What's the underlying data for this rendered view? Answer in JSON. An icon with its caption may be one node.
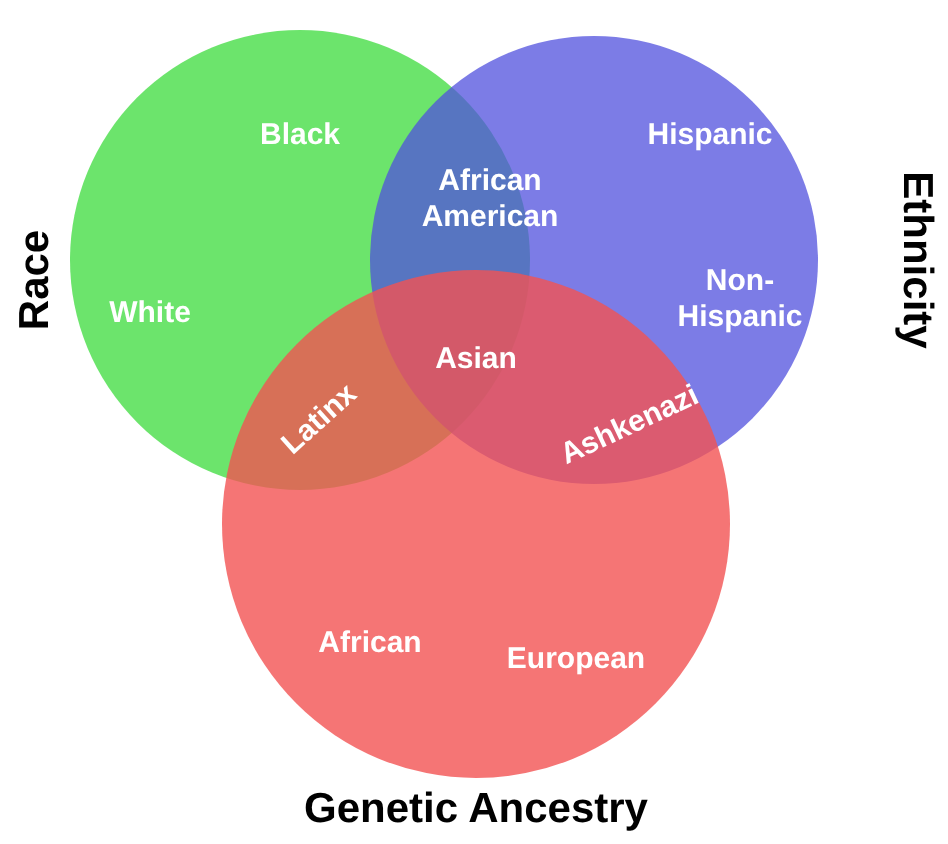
{
  "diagram": {
    "nodes": [
      {
        "text": [
          "Race",
          "Black",
          "White"
        ]
      },
      {
        "text": [
          "Ethnicity",
          "Hispanic",
          "Non-Hispanic"
        ]
      },
      {
        "text": [
          "African",
          "European",
          "Genetic Ancestry"
        ]
      }
    ],
    "labels": [
      "African American",
      "Asian",
      "Latinx",
      "Ashkenazi"
    ]
  }
}
